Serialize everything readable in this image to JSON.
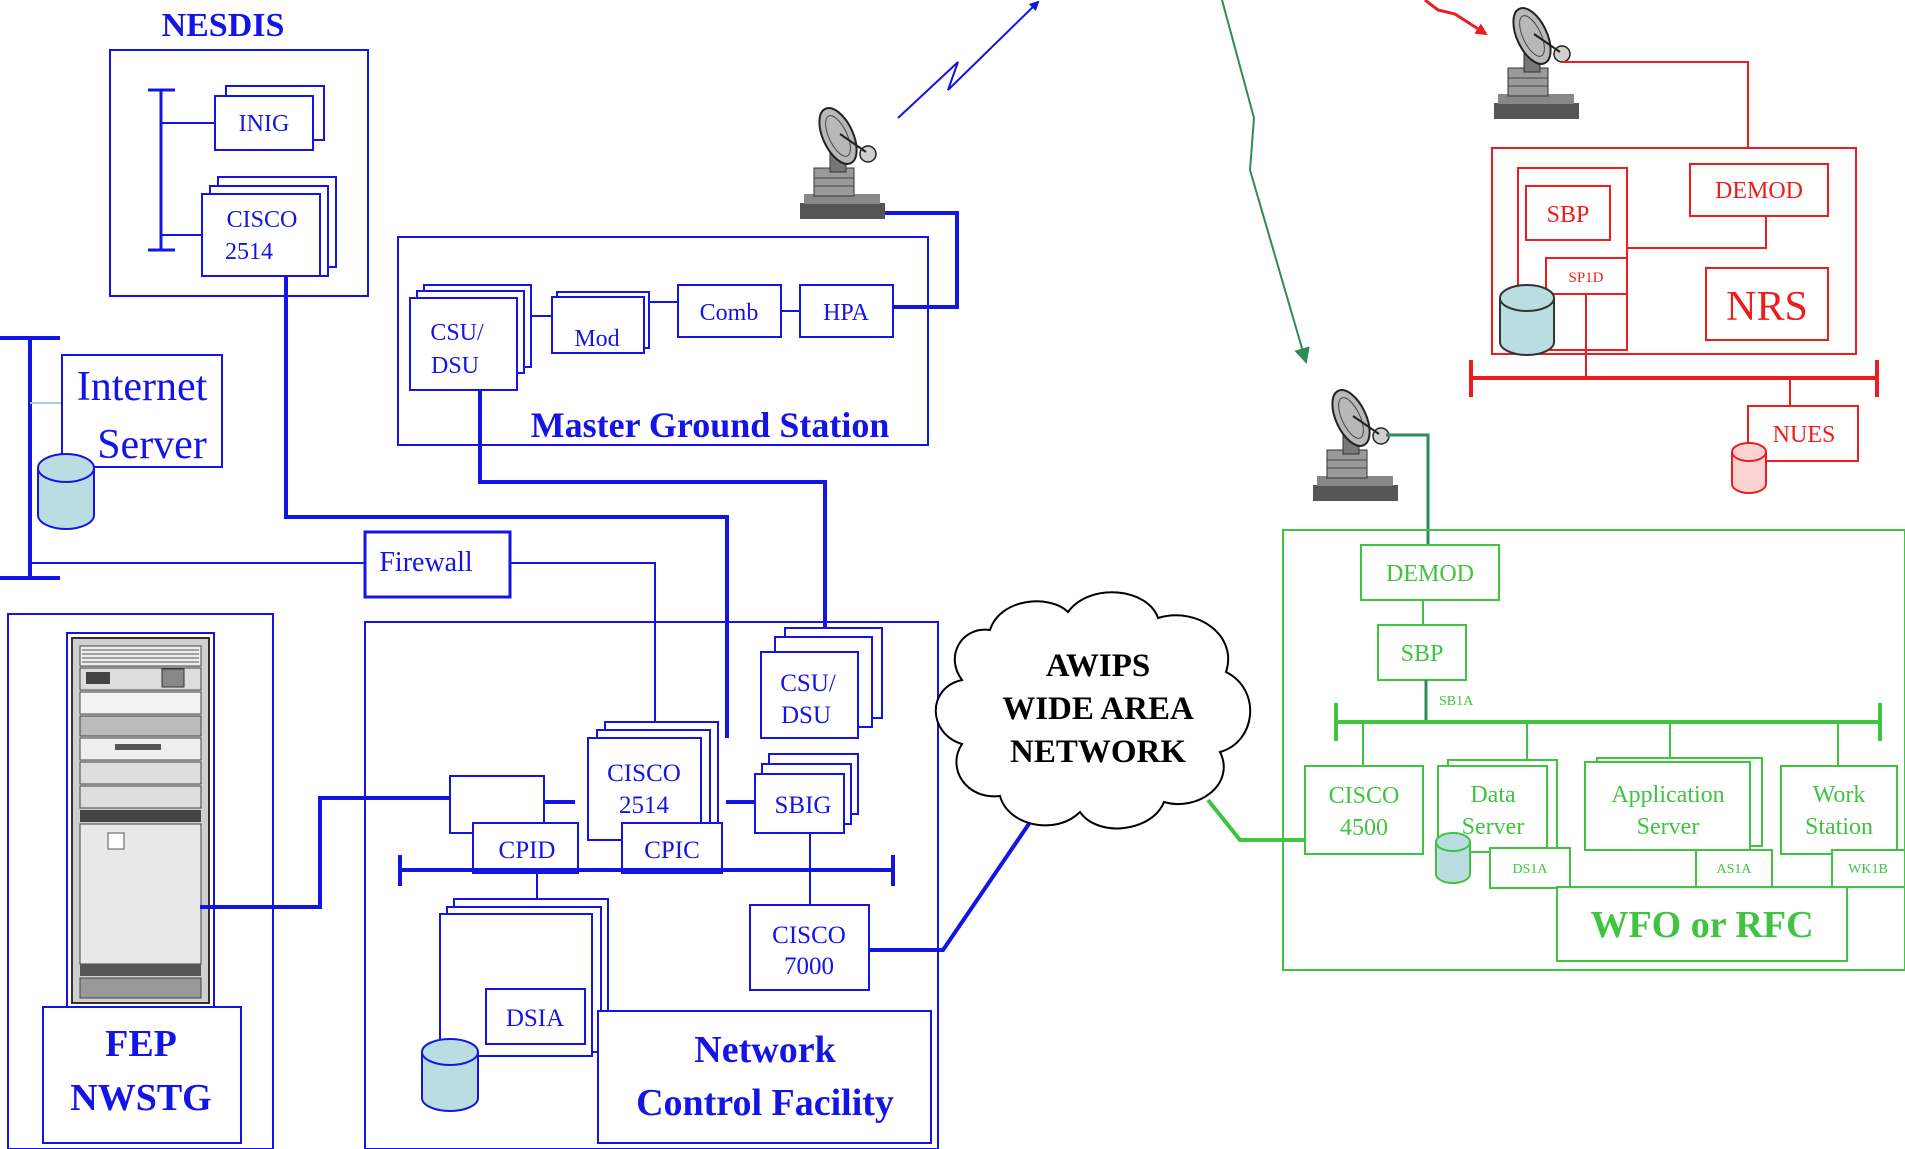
{
  "colors": {
    "blue": "#1414e6",
    "red": "#ee1c1c",
    "green": "#3ec43e",
    "dark_green": "#2e8b57",
    "cyl_fill": "#b9dde1"
  },
  "nesdis": {
    "title": "NESDIS",
    "inig": "INIG",
    "cisco_line1": "CISCO",
    "cisco_line2": "2514"
  },
  "internet_server": {
    "line1": "Internet",
    "line2": "Server"
  },
  "firewall": "Firewall",
  "master_ground_station": {
    "title": "Master Ground Station",
    "csu_line1": "CSU/",
    "csu_line2": "DSU",
    "mod": "Mod",
    "comb": "Comb",
    "hpa": "HPA"
  },
  "fep": {
    "line1": "FEP",
    "line2": "NWSTG"
  },
  "ncf": {
    "title_line1": "Network",
    "title_line2": "Control Facility",
    "cisco2514_line1": "CISCO",
    "cisco2514_line2": "2514",
    "csu_line1": "CSU/",
    "csu_line2": "DSU",
    "sbig": "SBIG",
    "cpid": "CPID",
    "cpic": "CPIC",
    "cisco7000_line1": "CISCO",
    "cisco7000_line2": "7000",
    "dsia": "DSIA"
  },
  "awips_wan": {
    "line1": "AWIPS",
    "line2": "WIDE AREA",
    "line3": "NETWORK"
  },
  "nrs_site": {
    "sbp": "SBP",
    "demod": "DEMOD",
    "sp1d": "SP1D",
    "nrs": "NRS",
    "nues": "NUES"
  },
  "wfo_site": {
    "title": "WFO or RFC",
    "demod": "DEMOD",
    "sbp": "SBP",
    "sb1a": "SB1A",
    "cisco_line1": "CISCO",
    "cisco_line2": "4500",
    "data_line1": "Data",
    "data_line2": "Server",
    "ds1a": "DS1A",
    "app_line1": "Application",
    "app_line2": "Server",
    "as1a": "AS1A",
    "work_line1": "Work",
    "work_line2": "Station",
    "wk1b": "WK1B"
  }
}
